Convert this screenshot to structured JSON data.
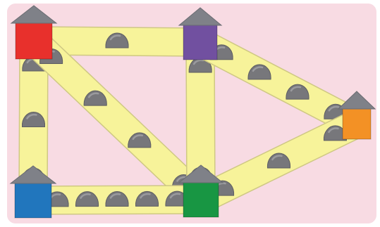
{
  "colors": {
    "background": "#f8dbe3",
    "road_fill": "#f7f39a",
    "road_edge": "#cfc884",
    "stone": "#77777b",
    "stone_light": "#9a9a9e",
    "roof": "#7f8188"
  },
  "houses": [
    {
      "id": "red-house",
      "color": "#e8302c"
    },
    {
      "id": "purple-house",
      "color": "#7150a0"
    },
    {
      "id": "orange-house",
      "color": "#f39125"
    },
    {
      "id": "blue-house",
      "color": "#2176bd"
    },
    {
      "id": "green-house",
      "color": "#189643"
    }
  ],
  "roads": [
    {
      "id": "road-red-purple",
      "from": "red-house",
      "to": "purple-house",
      "stones": 1
    },
    {
      "id": "road-red-blue",
      "from": "red-house",
      "to": "blue-house",
      "stones": 3
    },
    {
      "id": "road-red-green",
      "from": "red-house",
      "to": "green-house",
      "stones": 4
    },
    {
      "id": "road-purple-green",
      "from": "purple-house",
      "to": "green-house",
      "stones": 2
    },
    {
      "id": "road-purple-orange",
      "from": "purple-house",
      "to": "orange-house",
      "stones": 4
    },
    {
      "id": "road-green-orange",
      "from": "green-house",
      "to": "orange-house",
      "stones": 3
    },
    {
      "id": "road-blue-green",
      "from": "blue-house",
      "to": "green-house",
      "stones": 5
    }
  ]
}
